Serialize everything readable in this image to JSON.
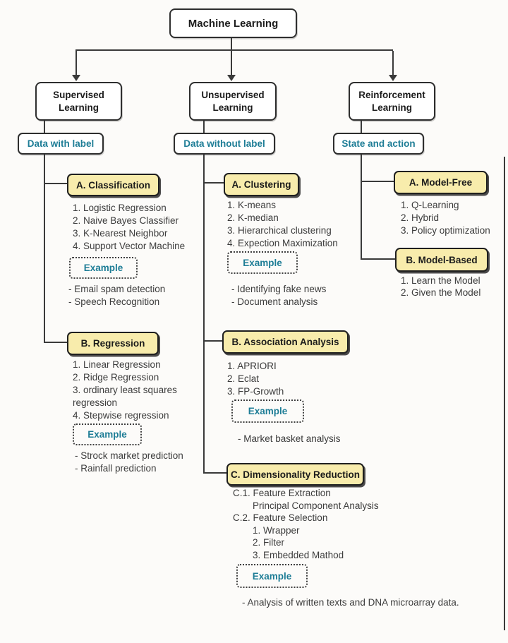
{
  "diagram": {
    "root_label": "Machine Learning",
    "supervised": {
      "branch_label": "Supervised\nLearning",
      "tag_label": "Data with label",
      "classification": {
        "heading": "A. Classification",
        "items": [
          "1. Logistic Regression",
          "2. Naive Bayes Classifier",
          "3. K-Nearest Neighbor",
          "4. Support Vector Machine"
        ],
        "example_label": "Example",
        "examples": [
          "- Email spam detection",
          "- Speech Recognition"
        ]
      },
      "regression": {
        "heading": "B. Regression",
        "items": [
          "1. Linear Regression",
          "2. Ridge Regression",
          "3. ordinary least squares regression",
          "4. Stepwise regression"
        ],
        "example_label": "Example",
        "examples": [
          "- Strock market prediction",
          "- Rainfall prediction"
        ]
      }
    },
    "unsupervised": {
      "branch_label": "Unsupervised\nLearning",
      "tag_label": "Data without label",
      "clustering": {
        "heading": "A. Clustering",
        "items": [
          "1. K-means",
          "2. K-median",
          "3. Hierarchical clustering",
          "4. Expection Maximization"
        ],
        "example_label": "Example",
        "examples": [
          "- Identifying fake news",
          "- Document analysis"
        ]
      },
      "association": {
        "heading": "B. Association Analysis",
        "items": [
          "1. APRIORI",
          "2. Eclat",
          "3. FP-Growth"
        ],
        "example_label": "Example",
        "examples": [
          "- Market basket analysis"
        ]
      },
      "dimensionality": {
        "heading": "C. Dimensionality Reduction",
        "items": [
          "C.1. Feature Extraction",
          "Principal Component Analysis",
          "C.2. Feature Selection",
          "1. Wrapper",
          "2. Filter",
          "3. Embedded Mathod"
        ],
        "example_label": "Example",
        "examples": [
          "- Analysis of written texts and DNA microarray data."
        ]
      }
    },
    "reinforcement": {
      "branch_label": "Reinforcement\nLearning",
      "tag_label": "State and action",
      "model_free": {
        "heading": "A. Model-Free",
        "items": [
          "1. Q-Learning",
          "2. Hybrid",
          "3. Policy optimization"
        ]
      },
      "model_based": {
        "heading": "B. Model-Based",
        "items": [
          "1. Learn the Model",
          "2. Given the Model"
        ]
      }
    }
  },
  "colors": {
    "heading-bg": "#f8ecac",
    "teal": "#1e7d96",
    "line": "#3a3a3a"
  }
}
